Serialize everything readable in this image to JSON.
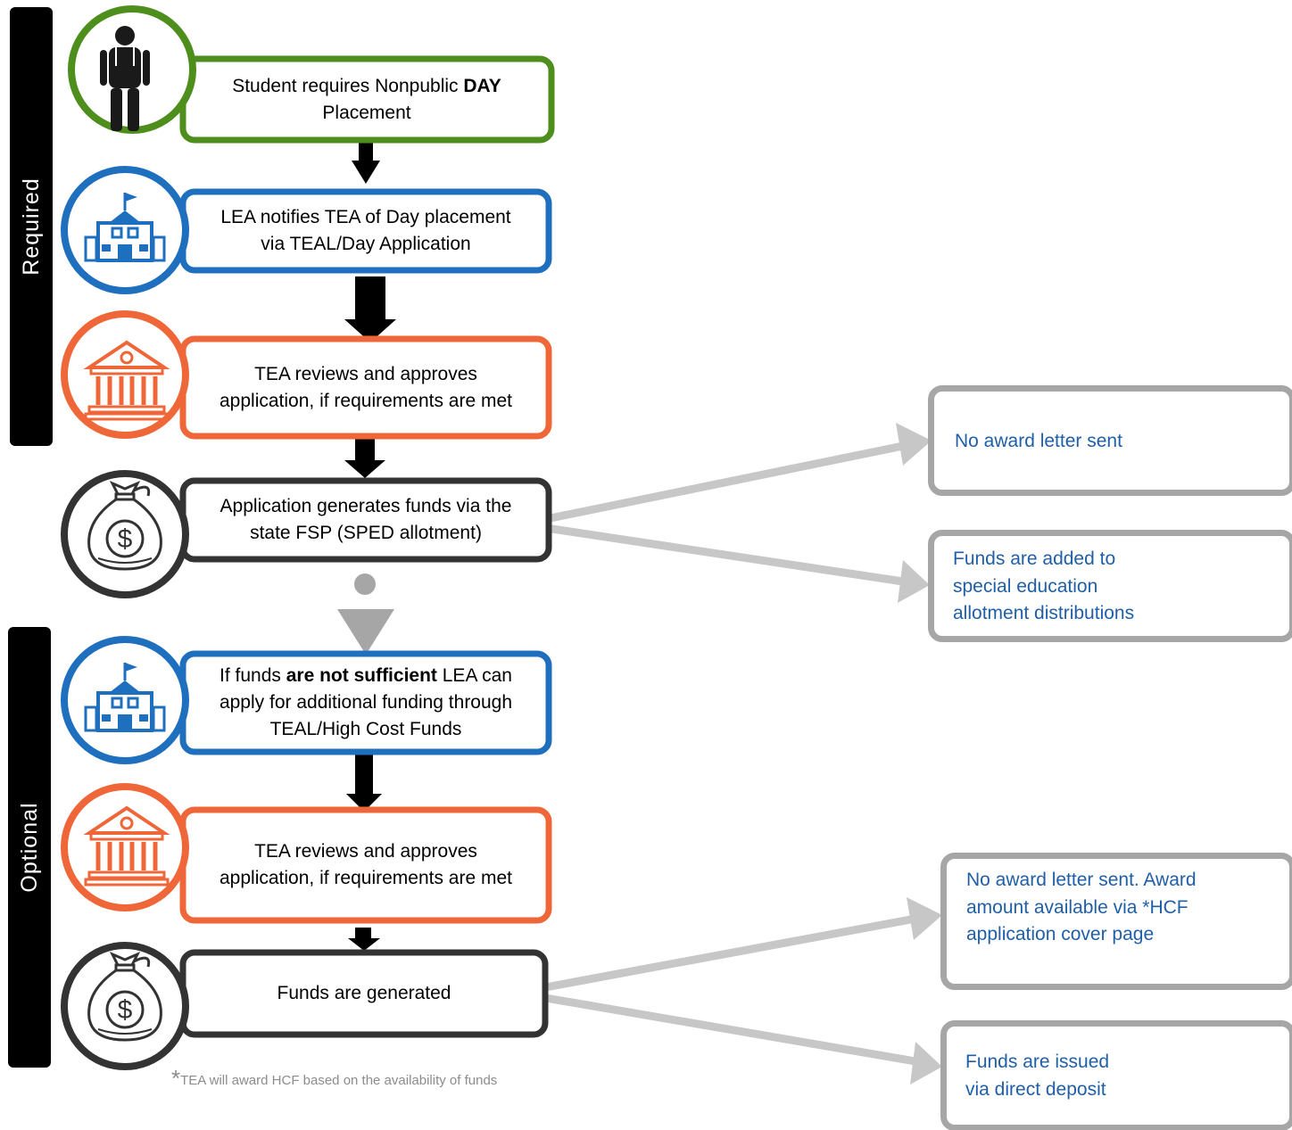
{
  "sections": {
    "required": "Required",
    "optional": "Optional"
  },
  "steps": {
    "step1": {
      "text_pre": "Student requires Nonpublic ",
      "text_bold": "DAY",
      "text_post": "Placement",
      "icon": "student-icon",
      "color": "#4e8e1c"
    },
    "step2": {
      "text": "LEA notifies TEA of Day placement via TEAL/Day Application",
      "icon": "school-icon",
      "color": "#1f6fbf"
    },
    "step3": {
      "text": "TEA reviews and approves application, if requirements are met",
      "icon": "government-building-icon",
      "color": "#ef6739"
    },
    "step4": {
      "text": "Application generates funds via the state FSP (SPED allotment)",
      "icon": "money-bag-icon",
      "color": "#333333"
    },
    "step5": {
      "text_pre": "If funds ",
      "text_bold": "are not sufficient",
      "text_post": " LEA can apply for additional funding through TEAL/High Cost Funds",
      "icon": "school-icon",
      "color": "#1f6fbf"
    },
    "step6": {
      "text": "TEA reviews and approves application, if requirements are met",
      "icon": "government-building-icon",
      "color": "#ef6739"
    },
    "step7": {
      "text": "Funds are generated",
      "icon": "money-bag-icon",
      "color": "#333333"
    }
  },
  "outcomes": {
    "o1": {
      "text": "No award letter sent",
      "icon": "no-certificate-icon"
    },
    "o2": {
      "text": "Funds are added to special education allotment distributions",
      "icon": "cash-and-coins-icon"
    },
    "o3": {
      "text": "No award letter sent. Award amount available via *HCF application cover page",
      "icon": "no-certificate-icon"
    },
    "o4": {
      "text": "Funds are issued via direct deposit",
      "icon": "cash-and-coins-icon"
    }
  },
  "footnote": {
    "star": "*",
    "text": "TEA will award HCF based on the availability of funds"
  },
  "colors": {
    "green": "#4e8e1c",
    "blue": "#1f6fbf",
    "orange": "#ef6739",
    "dark": "#333333",
    "gray": "#a6a6a6",
    "outcome_text": "#1f5fa8"
  }
}
